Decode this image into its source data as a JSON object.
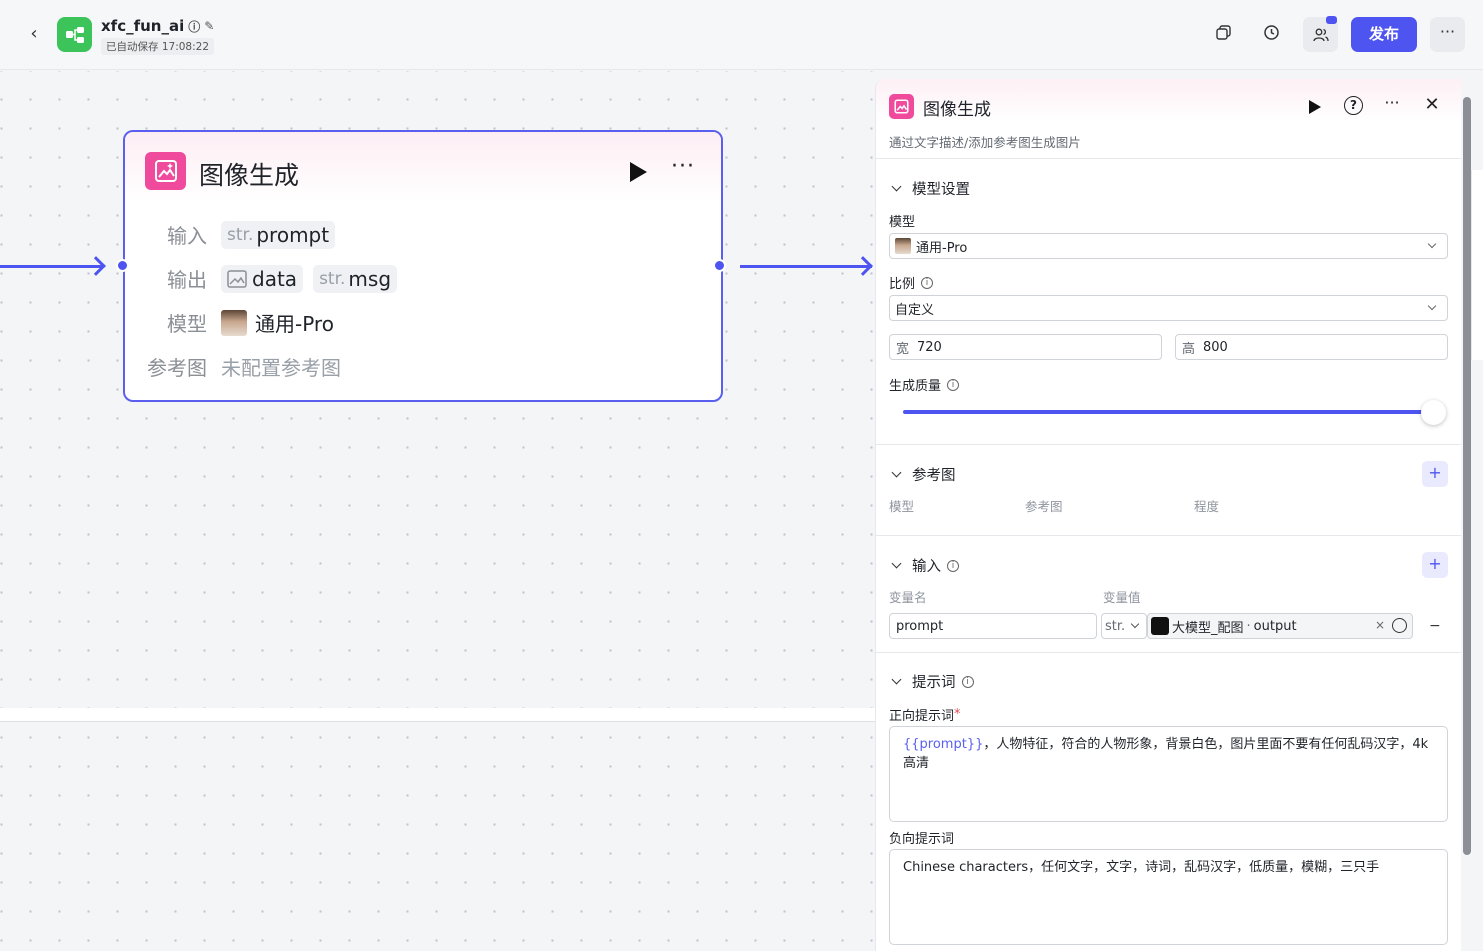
{
  "header": {
    "app_name": "xfc_fun_ai",
    "autosave": "已自动保存 17:08:22",
    "publish_label": "发布"
  },
  "node": {
    "title": "图像生成",
    "input_label": "输入",
    "input_type": "str.",
    "input_name": "prompt",
    "output_label": "输出",
    "output_1": "data",
    "output_2_type": "str.",
    "output_2": "msg",
    "model_label": "模型",
    "model_value": "通用-Pro",
    "ref_label": "参考图",
    "ref_value": "未配置参考图"
  },
  "panel": {
    "title": "图像生成",
    "subtitle": "通过文字描述/添加参考图生成图片",
    "model_section": {
      "title": "模型设置",
      "model_label": "模型",
      "model_value": "通用-Pro",
      "ratio_label": "比例",
      "ratio_value": "自定义",
      "width_prefix": "宽",
      "width_value": "720",
      "height_prefix": "高",
      "height_value": "800",
      "quality_label": "生成质量",
      "quality_level": 1.0
    },
    "ref_section": {
      "title": "参考图",
      "columns": [
        "模型",
        "参考图",
        "程度"
      ]
    },
    "input_section": {
      "title": "输入",
      "col_name": "变量名",
      "col_value": "变量值",
      "var_name": "prompt",
      "var_type": "str.",
      "ref_source": "大模型_配图",
      "ref_field": "output"
    },
    "prompt_section": {
      "title": "提示词",
      "positive_label": "正向提示词",
      "positive_var": "{{prompt}}",
      "positive_text": "，人物特征，符合的人物形象，背景白色，图片里面不要有任何乱码汉字，4k高清",
      "negative_label": "负向提示词",
      "negative_text": "Chinese characters，任何文字，文字，诗词，乱码汉字，低质量，模糊，三只手"
    }
  }
}
